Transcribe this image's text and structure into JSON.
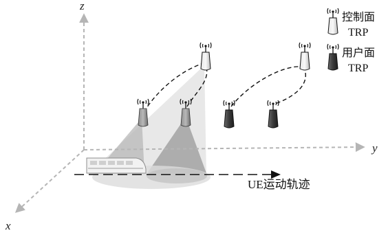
{
  "axes": {
    "x": "x",
    "y": "y",
    "z": "z"
  },
  "legend": {
    "control_plane": {
      "line1": "控制面",
      "line2": "TRP",
      "color": "#c8c8c8"
    },
    "user_plane": {
      "line1": "用户面",
      "line2": "TRP",
      "color": "#4a4a4a"
    }
  },
  "trajectory_label": "UE运动轨迹",
  "icons": {
    "trp": "antenna-tower-icon",
    "ue": "train-icon"
  }
}
